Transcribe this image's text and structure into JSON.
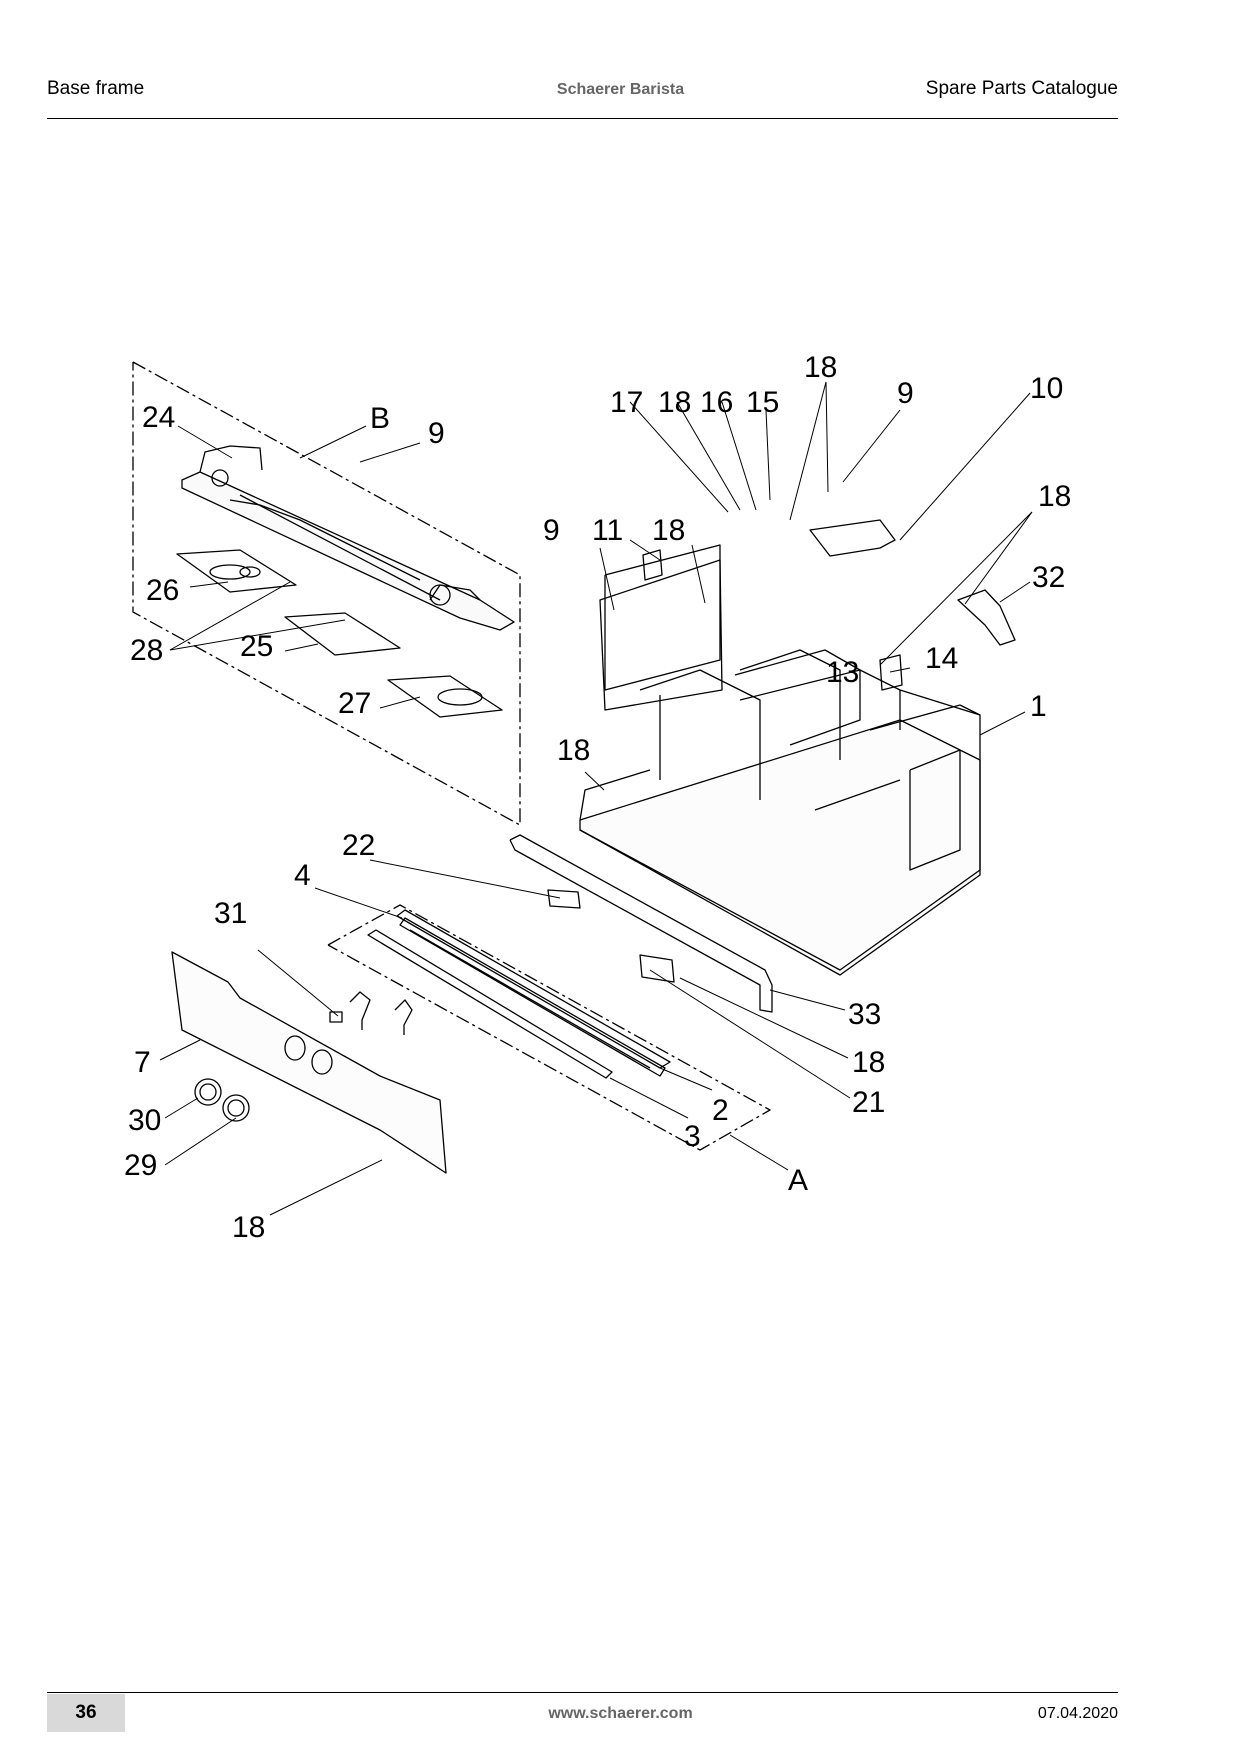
{
  "header": {
    "section": "Base frame",
    "product": "Schaerer Barista",
    "document": "Spare Parts Catalogue"
  },
  "footer": {
    "page_number": "36",
    "website": "www.schaerer.com",
    "date": "07.04.2020"
  },
  "diagram": {
    "callouts": [
      "24",
      "B",
      "9",
      "26",
      "28",
      "25",
      "27",
      "17",
      "18",
      "16",
      "15",
      "18",
      "9",
      "10",
      "9",
      "11",
      "18",
      "18",
      "32",
      "13",
      "14",
      "1",
      "18",
      "22",
      "4",
      "31",
      "7",
      "30",
      "29",
      "18",
      "33",
      "18",
      "21",
      "2",
      "3",
      "A"
    ]
  }
}
